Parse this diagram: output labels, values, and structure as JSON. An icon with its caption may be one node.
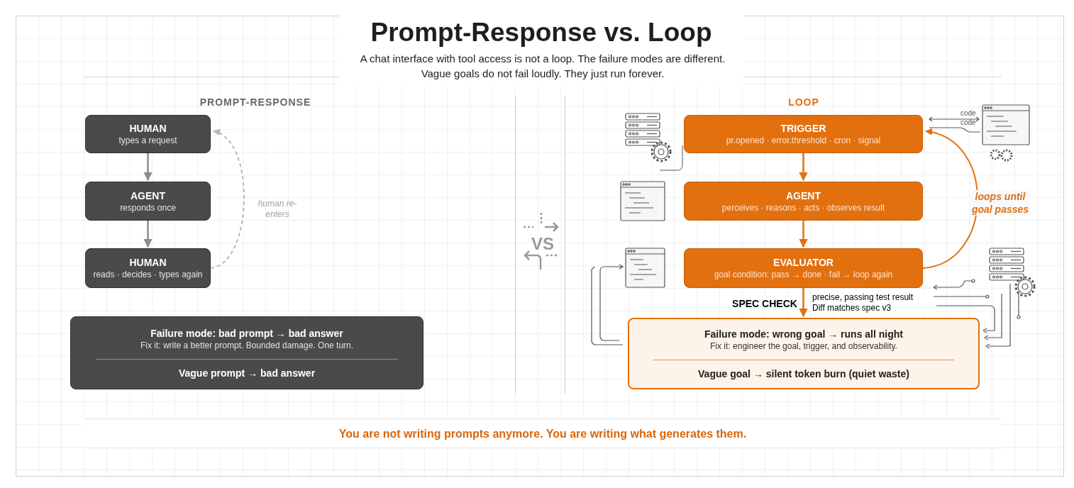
{
  "diagram": {
    "title": "Prompt-Response vs. Loop",
    "caption": "A chat interface with tool access is not a loop. The failure modes are different. Vague goals do not fail loudly. They just run forever.",
    "nodes": [
      {
        "text": [
          "HUMAN",
          "types a request"
        ]
      },
      {
        "text": [
          "AGENT",
          "responds once"
        ]
      },
      {
        "text": [
          "HUMAN",
          "reads · decides · types again"
        ]
      },
      {
        "text": [
          "Failure mode: bad prompt → bad answer",
          "Fix it: write a better prompt. Bounded damage. One turn.",
          "Vague prompt → bad answer"
        ]
      },
      {
        "text": [
          "TRIGGER",
          "pr.opened · error.threshold · cron · signal"
        ]
      },
      {
        "text": [
          "AGENT",
          "perceives · reasons · acts · observes result"
        ]
      },
      {
        "text": [
          "EVALUATOR",
          "goal condition: pass → done · fail → loop again"
        ]
      },
      {
        "text": [
          "Failure mode: wrong goal → runs all night",
          "Fix it: engineer the goal, trigger, and observability.",
          "Vague goal → silent token burn (quiet waste)"
        ]
      }
    ],
    "edges": [
      {
        "from": 0,
        "to": 1,
        "arrow": "to",
        "color": "#8c8c8c"
      },
      {
        "from": 1,
        "to": 2,
        "arrow": "to",
        "color": "#8c8c8c"
      },
      {
        "from": 2,
        "to": 0,
        "arrow": "to",
        "label": "human re-enters",
        "style": "dashed",
        "color": "#b8b8b8"
      },
      {
        "from": 4,
        "to": 5,
        "arrow": "to"
      },
      {
        "from": 5,
        "to": 6,
        "arrow": "to"
      },
      {
        "from": 6,
        "to": 4,
        "arrow": "to",
        "label": "loops until goal passes"
      },
      {
        "from": 6,
        "to": 7,
        "arrow": "to",
        "label": "SPEC CHECK"
      }
    ],
    "labels": [
      "PROMPT-RESPONSE",
      "LOOP",
      "VS",
      "code",
      "code",
      "precise, passing test result",
      "Diff matches spec v3",
      "You are not writing prompts anymore. You are writing what generates them."
    ]
  }
}
